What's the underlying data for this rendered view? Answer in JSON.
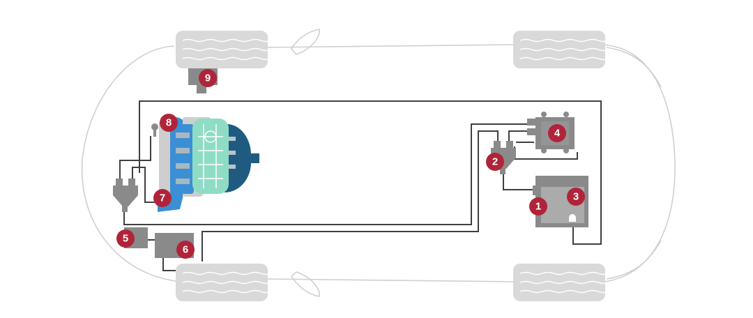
{
  "badges": [
    {
      "label": "1"
    },
    {
      "label": "2"
    },
    {
      "label": "3"
    },
    {
      "label": "4"
    },
    {
      "label": "5"
    },
    {
      "label": "6"
    },
    {
      "label": "7"
    },
    {
      "label": "8"
    },
    {
      "label": "9"
    }
  ],
  "colors": {
    "badge": "#b0243a",
    "pipe": "#3f3f3f",
    "component": "#8a8a8a",
    "tire": "#d9d9d9",
    "engine_blue": "#3b8fd4",
    "engine_teal": "#8fdcc4",
    "engine_navy": "#1f5b80"
  },
  "icons": [
    "car-body-outline",
    "tire-icon",
    "engine-icon",
    "canister-icon",
    "fuel-tank-icon",
    "valve-icon"
  ]
}
